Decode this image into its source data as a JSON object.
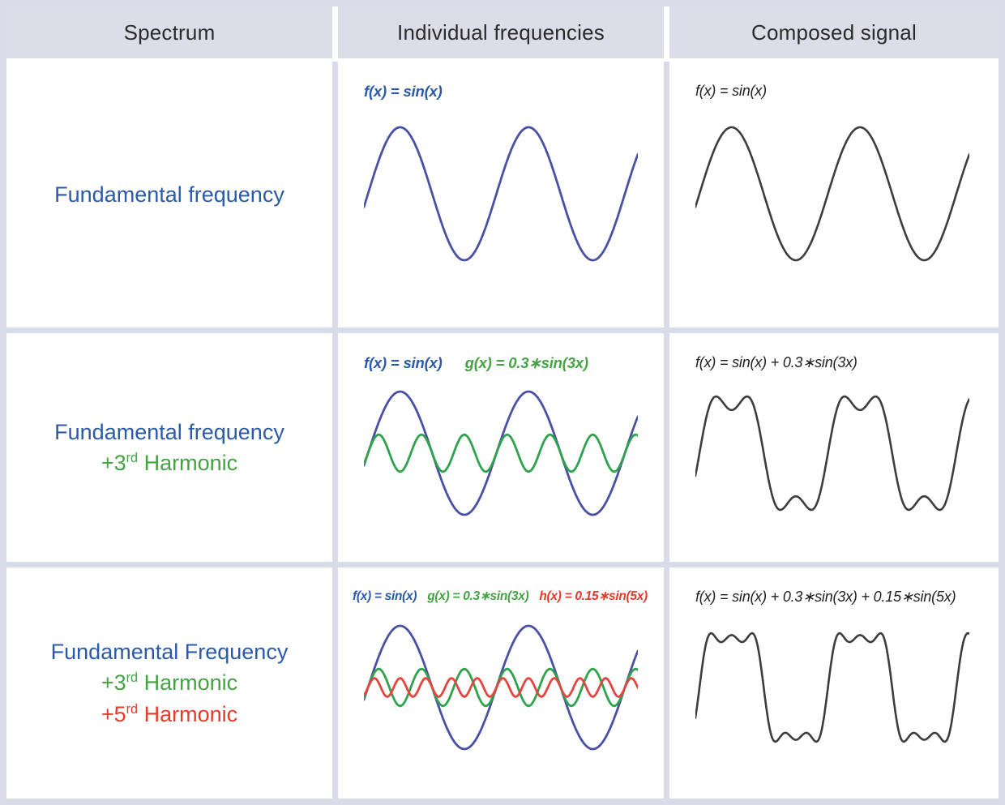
{
  "header": {
    "columns": [
      {
        "label": "Spectrum"
      },
      {
        "label": "Individual frequencies"
      },
      {
        "label": "Composed signal"
      }
    ]
  },
  "colors": {
    "label_blue": "#2b5ba8",
    "label_green": "#44a343",
    "label_red": "#e53b2c",
    "wave_blue": "#4a50a5",
    "wave_green": "#2fa34c",
    "wave_red": "#e4453f",
    "wave_dark": "#3d3d3d",
    "border_lavender": "#d9dbe8",
    "header_bg": "#dcdde6"
  },
  "rows": [
    {
      "spectrum_lines": [
        {
          "pre": "Fundamental frequency",
          "sup": "",
          "post": ""
        }
      ],
      "individual_formulas": [
        {
          "text": "f(x) = sin(x)"
        }
      ],
      "composed_formula": "f(x) = sin(x)"
    },
    {
      "spectrum_lines": [
        {
          "pre": "Fundamental frequency",
          "sup": "",
          "post": ""
        },
        {
          "pre": "+3",
          "sup": "rd",
          "post": " Harmonic"
        }
      ],
      "individual_formulas": [
        {
          "text": "f(x) = sin(x)"
        },
        {
          "text": "g(x) = 0.3∗sin(3x)"
        }
      ],
      "composed_formula": "f(x) = sin(x) + 0.3∗sin(3x)"
    },
    {
      "spectrum_lines": [
        {
          "pre": "Fundamental Frequency",
          "sup": "",
          "post": ""
        },
        {
          "pre": "+3",
          "sup": "rd",
          "post": " Harmonic"
        },
        {
          "pre": "+5",
          "sup": "rd",
          "post": " Harmonic"
        }
      ],
      "individual_formulas": [
        {
          "text": "f(x) = sin(x)"
        },
        {
          "text": "g(x) = 0.3∗sin(3x)"
        },
        {
          "text": "h(x) = 0.15∗sin(5x)"
        }
      ],
      "composed_formula": "f(x) = sin(x) + 0.3∗sin(3x) + 0.15∗sin(5x)"
    }
  ],
  "chart_data": {
    "type": "line",
    "x_range_radians": [
      -0.2,
      13.2
    ],
    "cycles_shown": 2.13,
    "amplitude_normalized": 1,
    "grid": false,
    "legend": "none",
    "rows": [
      {
        "individual": {
          "waves": [
            {
              "label": "sin(x)",
              "color": "#4a50a5",
              "components": [
                {
                  "amplitude": 1,
                  "frequency": 1
                }
              ]
            }
          ]
        },
        "composed": {
          "waves": [
            {
              "label": "sin(x)",
              "color": "#3d3d3d",
              "components": [
                {
                  "amplitude": 1,
                  "frequency": 1
                }
              ]
            }
          ]
        }
      },
      {
        "individual": {
          "waves": [
            {
              "label": "sin(x)",
              "color": "#4a50a5",
              "components": [
                {
                  "amplitude": 1,
                  "frequency": 1
                }
              ]
            },
            {
              "label": "0.3*sin(3x)",
              "color": "#2fa34c",
              "components": [
                {
                  "amplitude": 0.3,
                  "frequency": 3
                }
              ]
            }
          ]
        },
        "composed": {
          "waves": [
            {
              "label": "sin(x)+0.3*sin(3x)",
              "color": "#3d3d3d",
              "components": [
                {
                  "amplitude": 1,
                  "frequency": 1
                },
                {
                  "amplitude": 0.3,
                  "frequency": 3
                }
              ]
            }
          ]
        }
      },
      {
        "individual": {
          "waves": [
            {
              "label": "sin(x)",
              "color": "#4a50a5",
              "components": [
                {
                  "amplitude": 1,
                  "frequency": 1
                }
              ]
            },
            {
              "label": "0.3*sin(3x)",
              "color": "#2fa34c",
              "components": [
                {
                  "amplitude": 0.3,
                  "frequency": 3
                }
              ]
            },
            {
              "label": "0.15*sin(5x)",
              "color": "#e4453f",
              "components": [
                {
                  "amplitude": 0.15,
                  "frequency": 5
                }
              ]
            }
          ]
        },
        "composed": {
          "waves": [
            {
              "label": "sin(x)+0.3*sin(3x)+0.15*sin(5x)",
              "color": "#3d3d3d",
              "components": [
                {
                  "amplitude": 1,
                  "frequency": 1
                },
                {
                  "amplitude": 0.3,
                  "frequency": 3
                },
                {
                  "amplitude": 0.15,
                  "frequency": 5
                }
              ]
            }
          ]
        }
      }
    ]
  }
}
